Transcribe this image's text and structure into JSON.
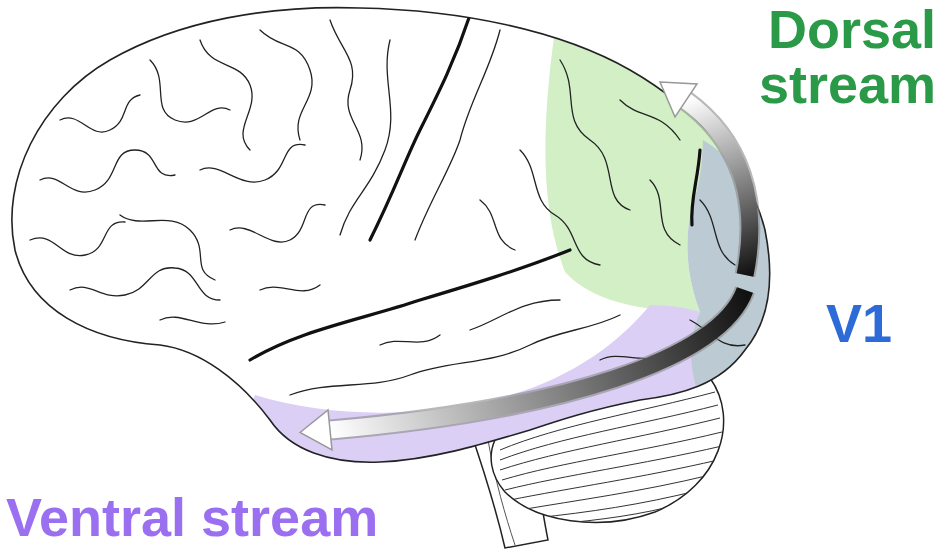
{
  "diagram": {
    "labels": [
      "Dorsal stream",
      "V1",
      "Ventral stream"
    ]
  }
}
